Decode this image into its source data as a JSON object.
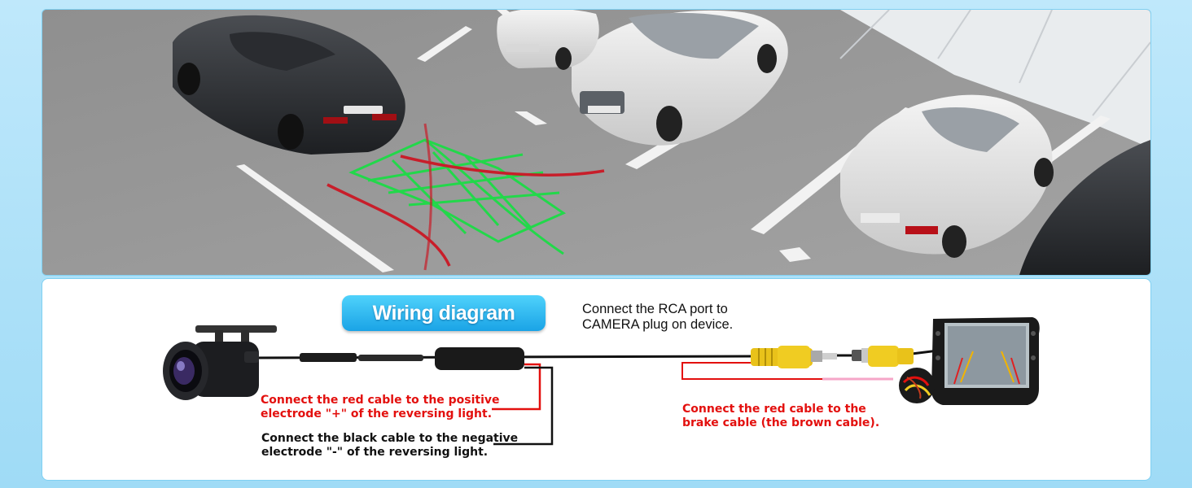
{
  "diagram": {
    "title": "Wiring diagram",
    "rca_note": [
      "Connect the RCA port to",
      "CAMERA plug on device."
    ],
    "red_positive_note": [
      "Connect the red cable to the positive",
      "electrode \"+\" of the reversing light."
    ],
    "black_negative_note": [
      "Connect the black cable to the negative",
      "electrode \"-\" of the reversing light."
    ],
    "brake_note": [
      "Connect the red cable to the",
      "brake cable (the brown cable)."
    ]
  },
  "colors": {
    "accent": "#1aa3e6",
    "note_red": "#e3100e",
    "guide_green": "#22d84a",
    "guide_red": "#c81e2a"
  },
  "icons": [
    "camera-icon",
    "car-icon",
    "head-unit-icon",
    "rca-plug-icon",
    "wire-bundle-icon"
  ]
}
